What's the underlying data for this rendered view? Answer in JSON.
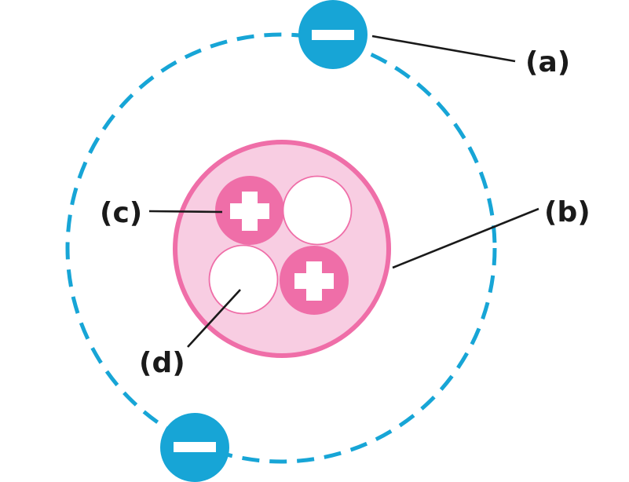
{
  "colors": {
    "electron": "#17a5d6",
    "orbit": "#17a5d6",
    "nucleus_fill": "#f8cde2",
    "nucleus_border": "#ef6ea8",
    "proton": "#ef6ea8",
    "neutron_fill": "#ffffff",
    "neutron_border": "#ef6ea8",
    "text": "#1a1a1a"
  },
  "labels": {
    "a": "(a)",
    "b": "(b)",
    "c": "(c)",
    "d": "(d)"
  },
  "icons": {
    "electron": "minus-sign-icon",
    "proton": "plus-sign-icon"
  }
}
